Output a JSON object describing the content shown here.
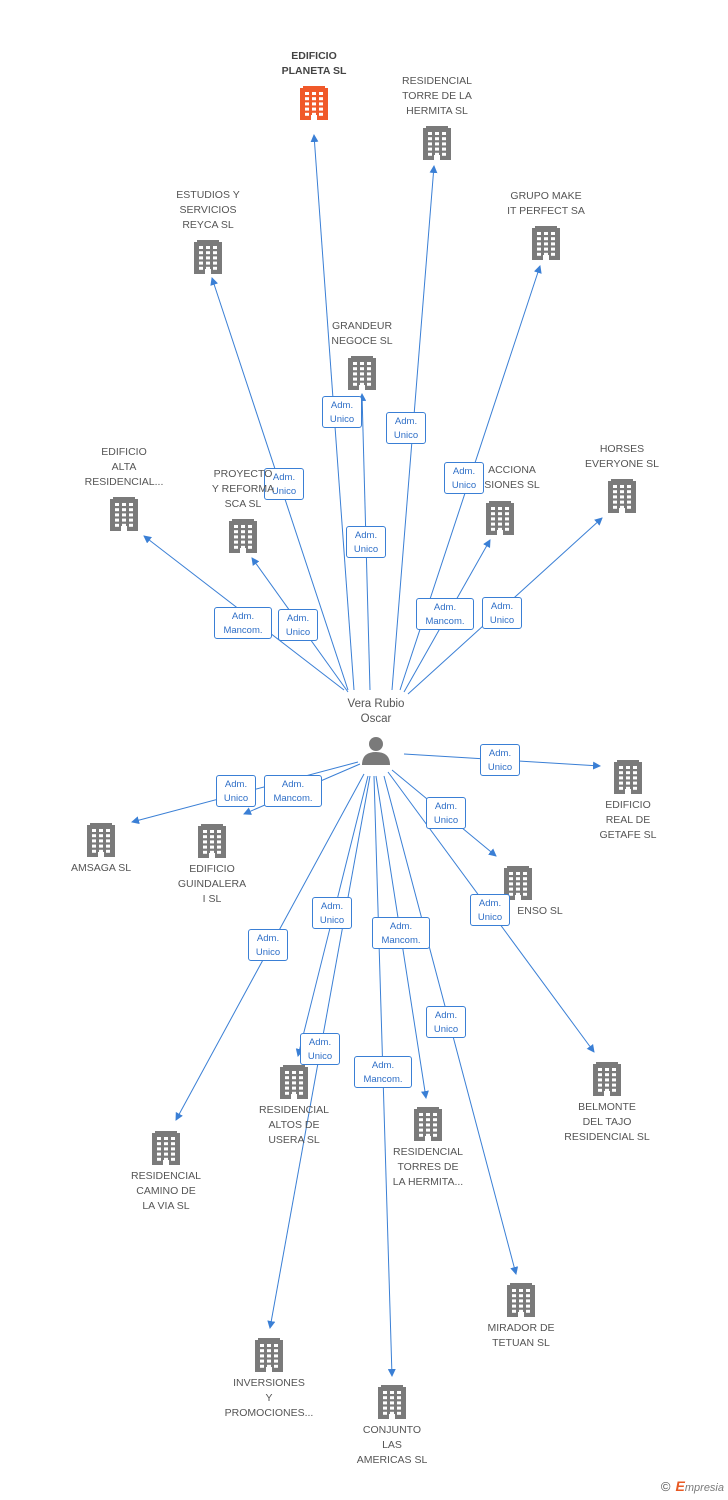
{
  "colors": {
    "edge": "#3a7fd5",
    "building": "#7a7a7a",
    "highlight": "#f0592a",
    "person": "#7a7a7a"
  },
  "center": {
    "id": "vera",
    "label": [
      "Vera Rubio",
      "Oscar"
    ]
  },
  "nodes": [
    {
      "id": "edificio_planeta",
      "label": [
        "EDIFICIO",
        "PLANETA SL"
      ],
      "highlight": true
    },
    {
      "id": "residencial_torre_hermita",
      "label": [
        "RESIDENCIAL",
        "TORRE DE LA",
        "HERMITA SL"
      ]
    },
    {
      "id": "estudios_reyca",
      "label": [
        "ESTUDIOS Y",
        "SERVICIOS",
        "REYCA SL"
      ]
    },
    {
      "id": "grupo_make",
      "label": [
        "GRUPO MAKE",
        "IT PERFECT SA"
      ]
    },
    {
      "id": "grandeur",
      "label": [
        "GRANDEUR",
        "NEGOCE SL"
      ]
    },
    {
      "id": "edificio_alta",
      "label": [
        "EDIFICIO",
        "ALTA",
        "RESIDENCIAL..."
      ]
    },
    {
      "id": "proyectos",
      "label": [
        "PROYECTO",
        "Y REFORMA",
        "SCA SL"
      ]
    },
    {
      "id": "acciona",
      "label": [
        "ACCIONA",
        "SIONES SL"
      ]
    },
    {
      "id": "horses",
      "label": [
        "HORSES",
        "EVERYONE SL"
      ]
    },
    {
      "id": "edificio_getafe",
      "label": [
        "EDIFICIO",
        "REAL DE",
        "GETAFE SL"
      ]
    },
    {
      "id": "amsaga",
      "label": [
        "AMSAGA SL"
      ]
    },
    {
      "id": "guindalera",
      "label": [
        "EDIFICIO",
        "GUINDALERA",
        "I SL"
      ]
    },
    {
      "id": "enso",
      "label": [
        "ENSO SL"
      ]
    },
    {
      "id": "belmonte",
      "label": [
        "BELMONTE",
        "DEL TAJO",
        "RESIDENCIAL SL"
      ]
    },
    {
      "id": "camino_via",
      "label": [
        "RESIDENCIAL",
        "CAMINO DE",
        "LA VIA SL"
      ]
    },
    {
      "id": "altos_usera",
      "label": [
        "RESIDENCIAL",
        "ALTOS DE",
        "USERA SL"
      ]
    },
    {
      "id": "torres_hermita",
      "label": [
        "RESIDENCIAL",
        "TORRES DE",
        "LA HERMITA..."
      ]
    },
    {
      "id": "mirador",
      "label": [
        "MIRADOR DE",
        "TETUAN SL"
      ]
    },
    {
      "id": "inversiones",
      "label": [
        "INVERSIONES",
        "Y",
        "PROMOCIONES..."
      ]
    },
    {
      "id": "conjunto",
      "label": [
        "CONJUNTO",
        "LAS",
        "AMERICAS SL"
      ]
    }
  ],
  "edges": [
    {
      "to": "edificio_planeta",
      "label": [
        "Adm.",
        "Unico"
      ]
    },
    {
      "to": "residencial_torre_hermita",
      "label": [
        "Adm.",
        "Unico"
      ]
    },
    {
      "to": "estudios_reyca",
      "label": [
        "Adm.",
        "Unico"
      ]
    },
    {
      "to": "grupo_make",
      "label": [
        "Adm.",
        "Unico"
      ]
    },
    {
      "to": "grandeur",
      "label": [
        "Adm.",
        "Unico"
      ]
    },
    {
      "to": "edificio_alta",
      "label": [
        "Adm.",
        "Mancom."
      ]
    },
    {
      "to": "proyectos",
      "label": [
        "Adm.",
        "Unico"
      ]
    },
    {
      "to": "acciona",
      "label": [
        "Adm.",
        "Mancom."
      ]
    },
    {
      "to": "horses",
      "label": [
        "Adm.",
        "Unico"
      ]
    },
    {
      "to": "edificio_getafe",
      "label": [
        "Adm.",
        "Unico"
      ]
    },
    {
      "to": "amsaga",
      "label": [
        "Adm.",
        "Unico"
      ]
    },
    {
      "to": "guindalera",
      "label": [
        "Adm.",
        "Mancom."
      ]
    },
    {
      "to": "enso",
      "label": [
        "Adm.",
        "Unico"
      ]
    },
    {
      "to": "belmonte",
      "label": [
        "Adm.",
        "Unico"
      ]
    },
    {
      "to": "camino_via",
      "label": [
        "Adm.",
        "Unico"
      ]
    },
    {
      "to": "altos_usera",
      "label": [
        "Adm.",
        "Unico"
      ]
    },
    {
      "to": "torres_hermita",
      "label": [
        "Adm.",
        "Mancom."
      ]
    },
    {
      "to": "mirador",
      "label": [
        "Adm.",
        "Unico"
      ]
    },
    {
      "to": "inversiones",
      "label": [
        "Adm.",
        "Unico"
      ]
    },
    {
      "to": "conjunto",
      "label": [
        "Adm.",
        "Mancom."
      ]
    },
    {
      "to": "acciona",
      "label": [
        "Adm.",
        "Unico"
      ]
    }
  ],
  "footer": {
    "copyright": "©",
    "brand_initial": "E",
    "brand_rest": "mpresia"
  }
}
